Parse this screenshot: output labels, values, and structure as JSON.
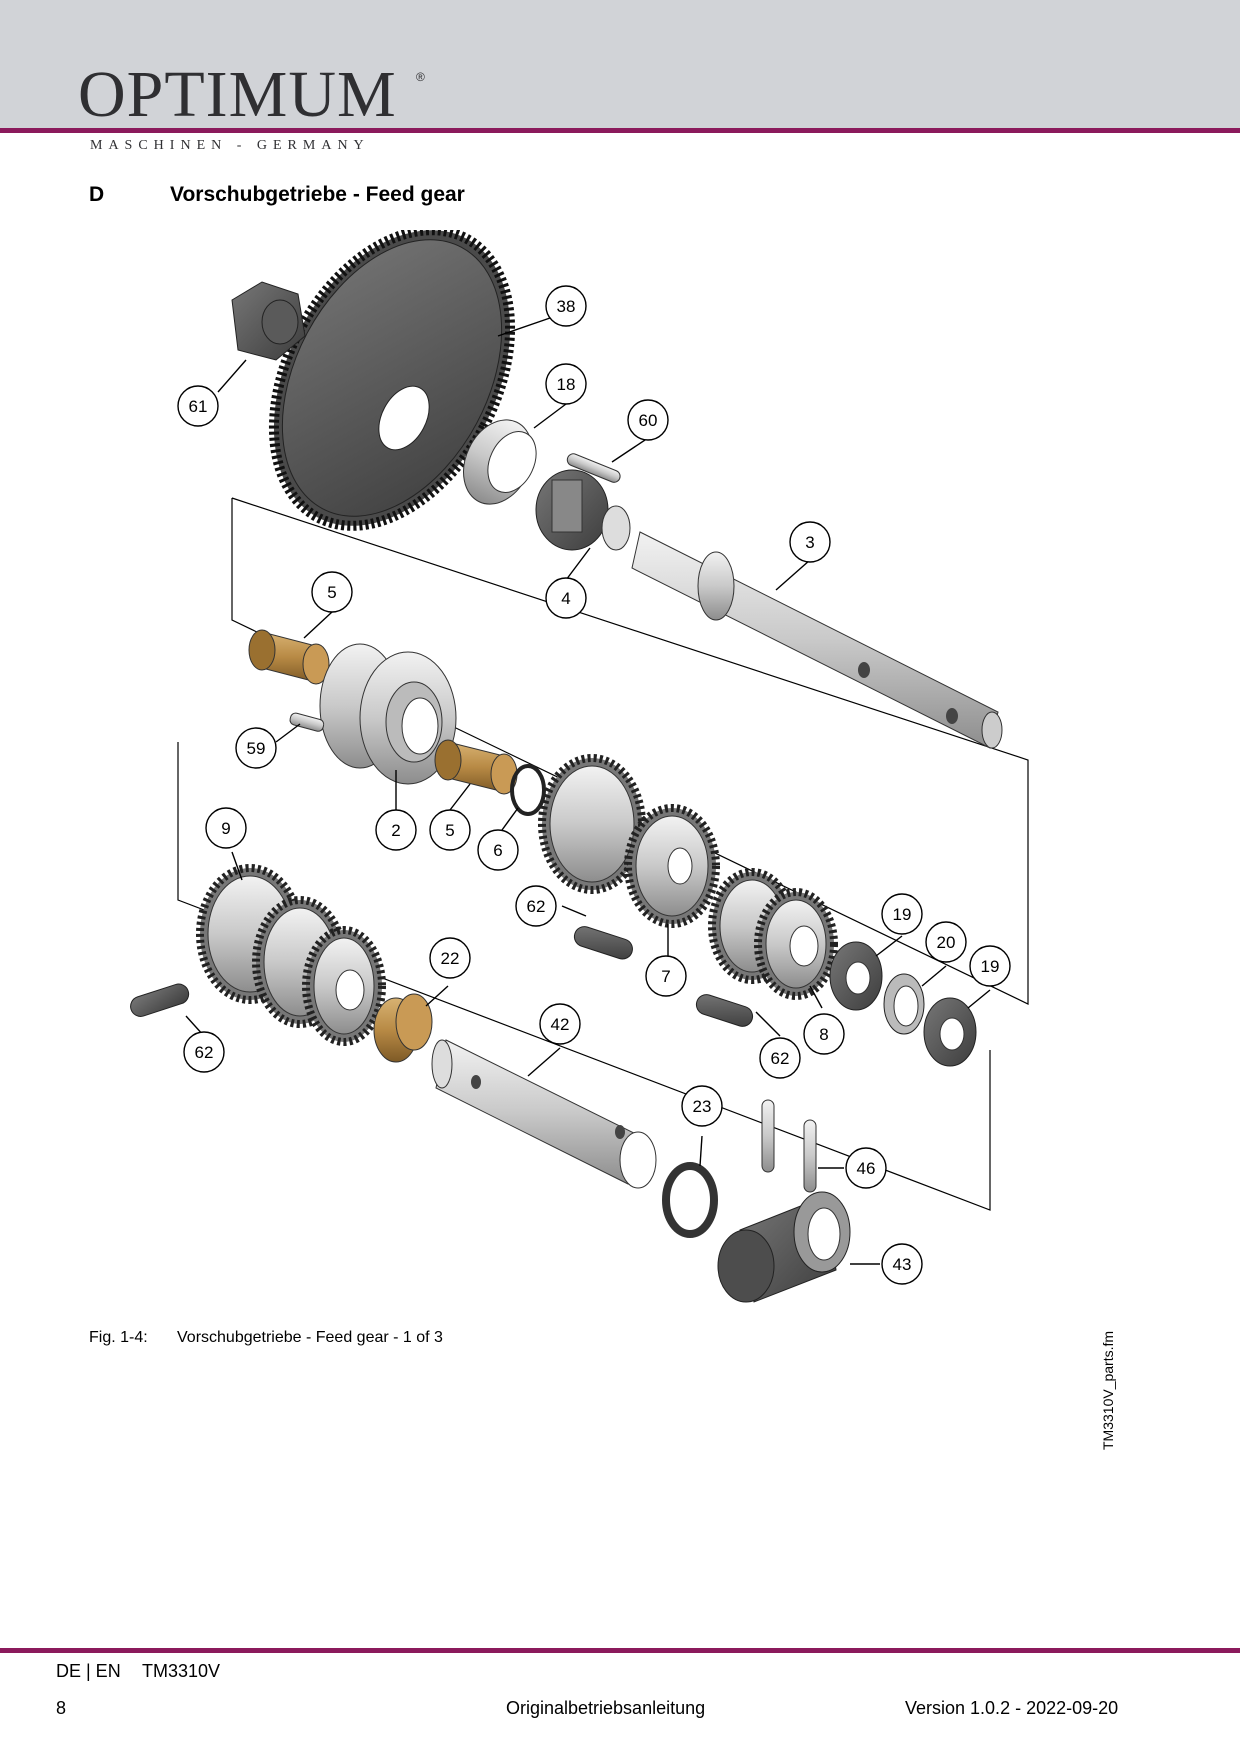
{
  "header": {
    "brand": "OPTIMUM",
    "registered": "®",
    "tagline": "MASCHINEN - GERMANY",
    "accent_color": "#8b1a5c",
    "band_color": "#d1d3d7"
  },
  "section": {
    "letter": "D",
    "title": "Vorschubgetriebe - Feed gear"
  },
  "figure": {
    "callouts": [
      "38",
      "61",
      "18",
      "60",
      "3",
      "4",
      "5",
      "59",
      "2",
      "5",
      "6",
      "9",
      "62",
      "7",
      "19",
      "20",
      "19",
      "22",
      "8",
      "62",
      "42",
      "62",
      "23",
      "46",
      "43"
    ],
    "caption_label": "Fig. 1-4:",
    "caption_text": "Vorschubgetriebe - Feed gear - 1 of 3"
  },
  "side_note": "TM3310V_parts.fm",
  "footer": {
    "lang": "DE | EN",
    "model": "TM3310V",
    "page": "8",
    "doc": "Originalbetriebsanleitung",
    "version": "Version 1.0.2 - 2022-09-20"
  }
}
